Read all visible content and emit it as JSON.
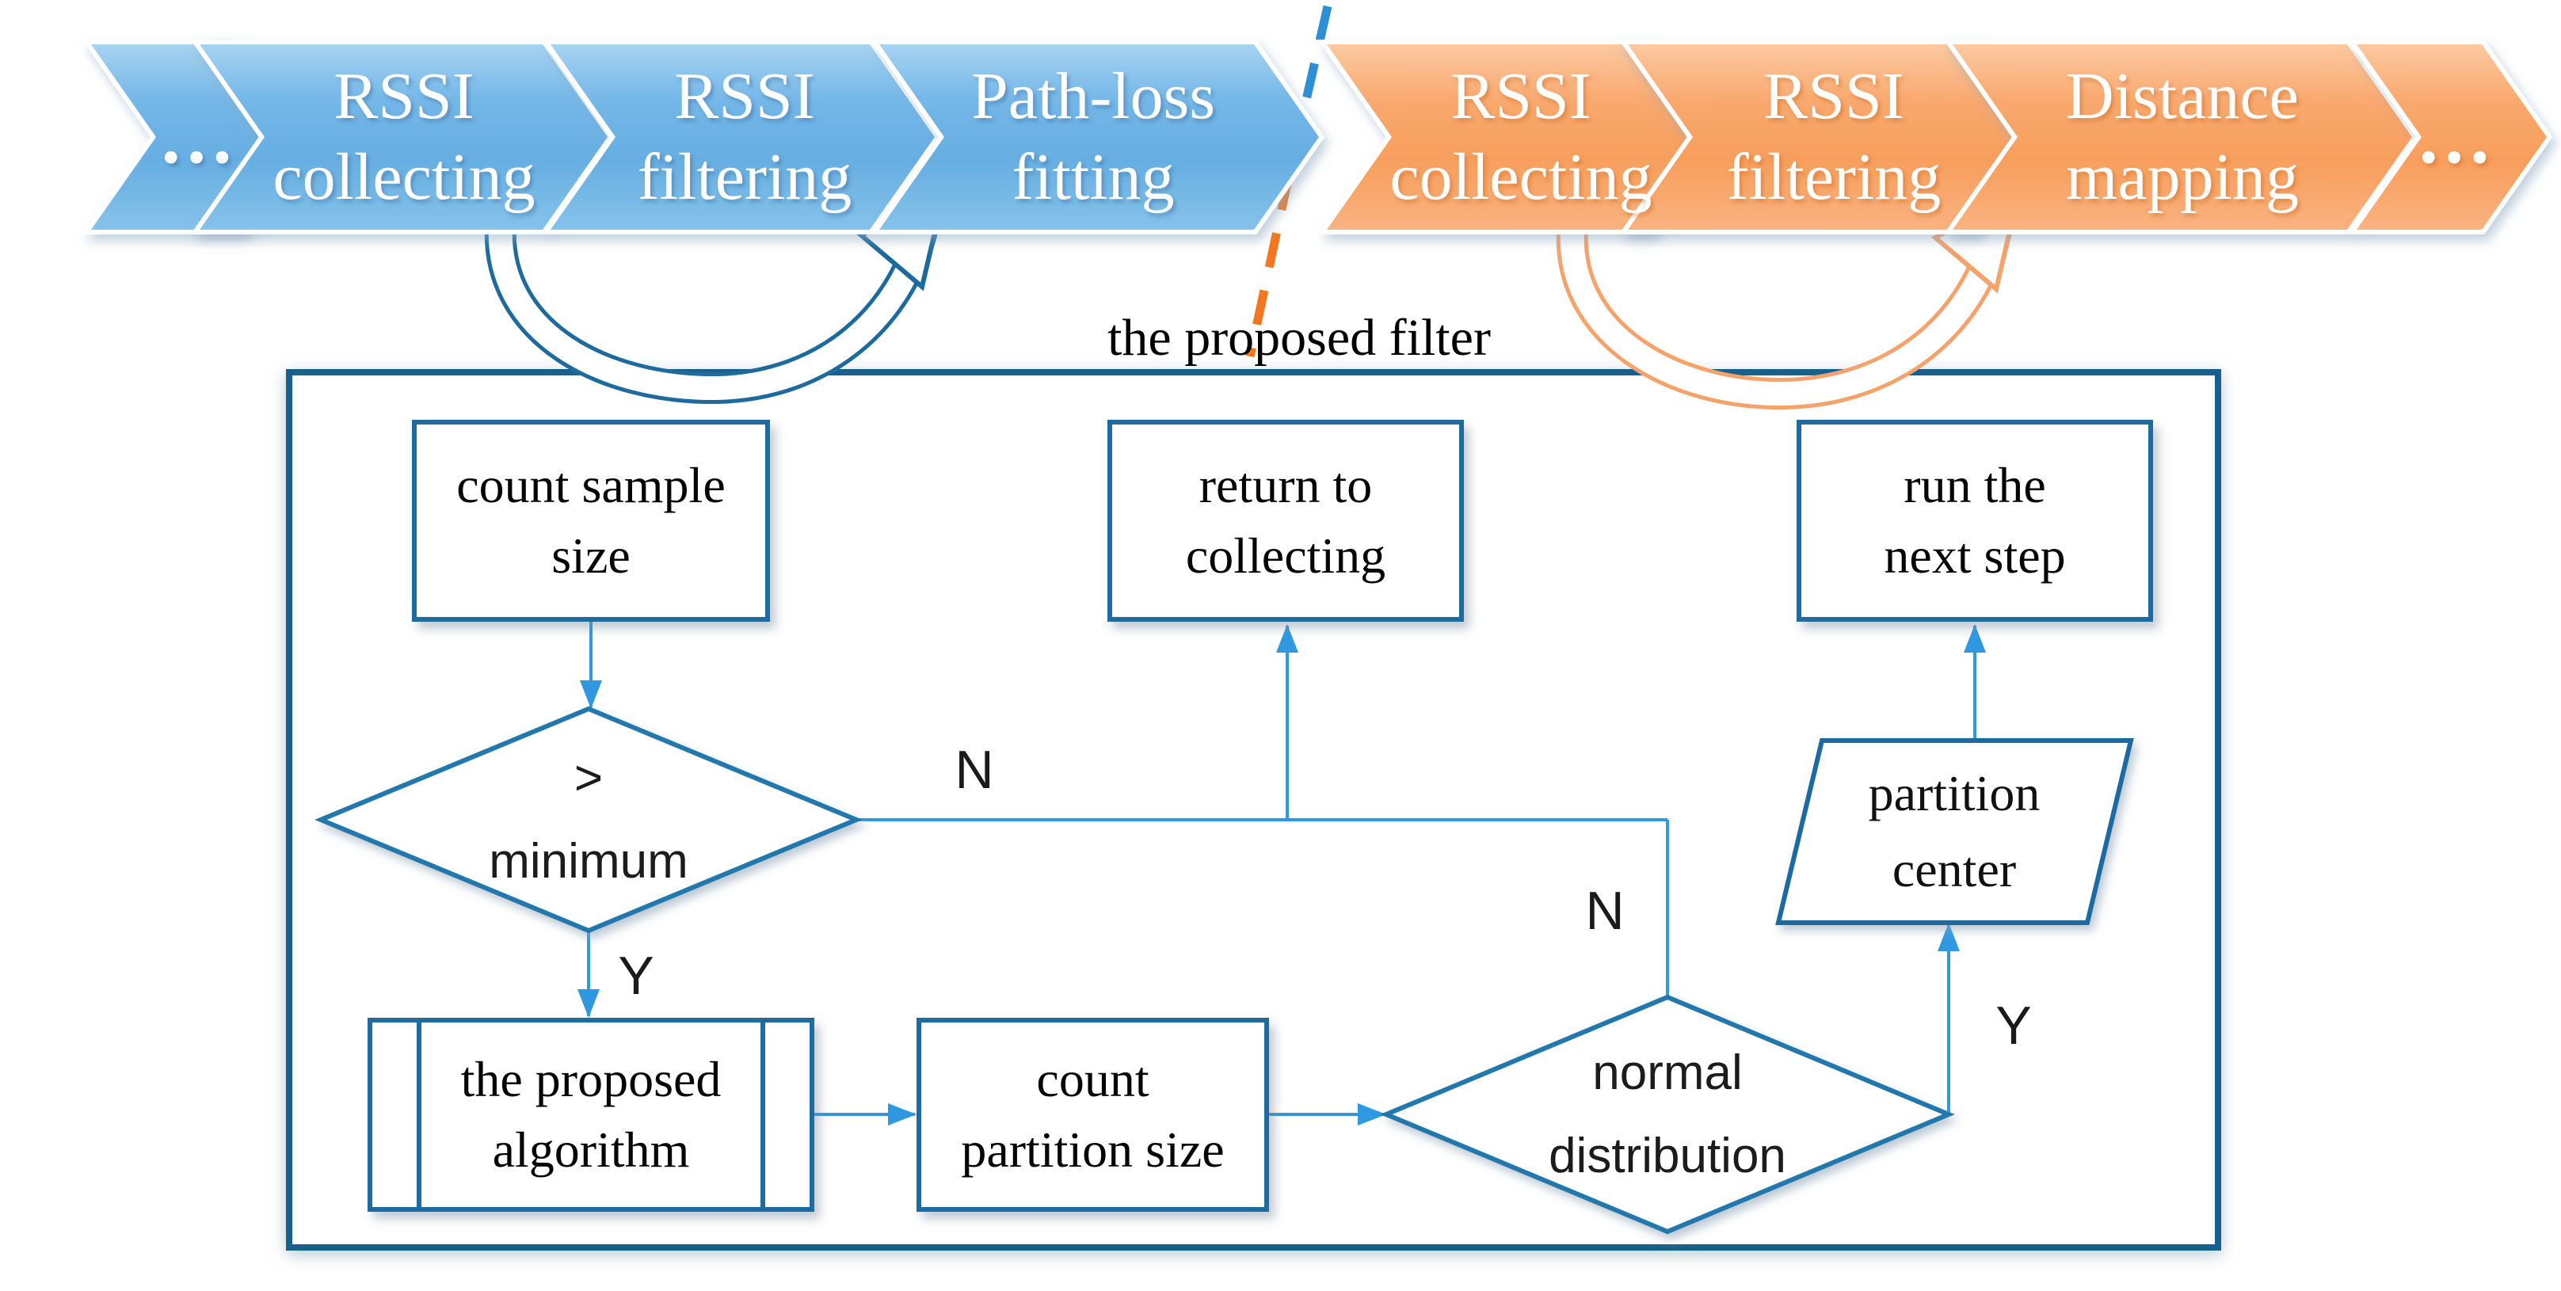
{
  "banner": {
    "steps": [
      {
        "label": "…"
      },
      {
        "line1": "RSSI",
        "line2": "collecting"
      },
      {
        "line1": "RSSI",
        "line2": "filtering"
      },
      {
        "line1": "Path-loss",
        "line2": "fitting"
      },
      {
        "line1": "RSSI",
        "line2": "collecting"
      },
      {
        "line1": "RSSI",
        "line2": "filtering"
      },
      {
        "line1": "Distance",
        "line2": "mapping"
      },
      {
        "label": "…"
      }
    ]
  },
  "filter_panel": {
    "title": "the proposed filter",
    "nodes": {
      "count_sample_size": {
        "line1": "count sample",
        "line2": "size"
      },
      "return_to_collecting": {
        "line1": "return to",
        "line2": "collecting"
      },
      "run_the_next_step": {
        "line1": "run the",
        "line2": "next step"
      },
      "minimum_check": {
        "line1": ">",
        "line2": "minimum"
      },
      "proposed_algorithm": {
        "line1": "the proposed",
        "line2": "algorithm"
      },
      "count_partition_size": {
        "line1": "count",
        "line2": "partition size"
      },
      "normal_distribution_check": {
        "line1": "normal",
        "line2": "distribution"
      },
      "partition_center": {
        "line1": "partition",
        "line2": "center"
      }
    },
    "branch_labels": {
      "minimum_no": "N",
      "minimum_yes": "Y",
      "normal_no": "N",
      "normal_yes": "Y"
    }
  },
  "colors": {
    "blue_step_fill": "#6fb5e7",
    "orange_step_fill": "#f8a668",
    "step_text": "#ffffff",
    "node_outline": "#1d6ba1",
    "panel_outline": "#14608f",
    "connector": "#2f98e0",
    "loop_arrow_blue": "#1d6a9e",
    "loop_arrow_orange": "#f5a26b",
    "divider_blue": "#2e8fd4",
    "divider_orange": "#f4771f",
    "label_text": "#000000"
  }
}
